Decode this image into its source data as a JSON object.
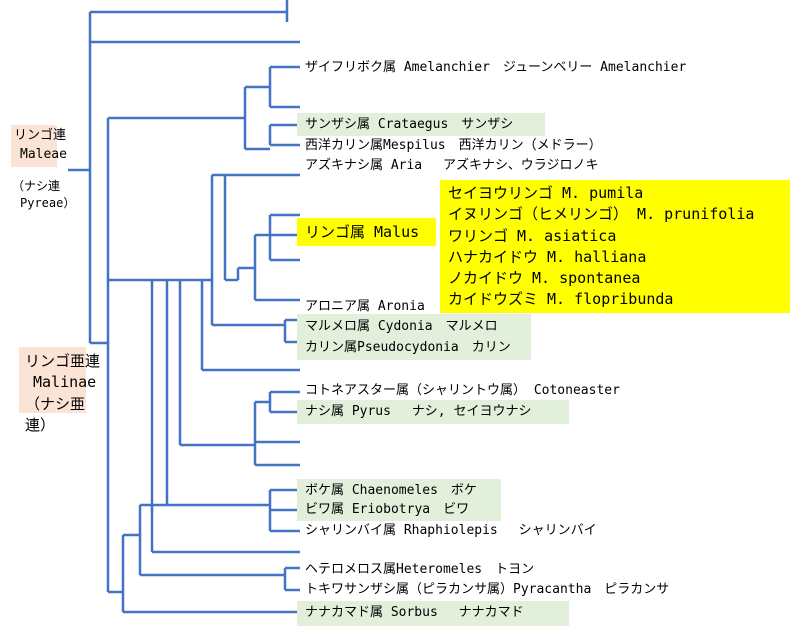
{
  "tribe": {
    "line1": "リンゴ連",
    "line2": "Maleae",
    "alt": "（ナシ連",
    "alt2": "Pyreae）"
  },
  "subtribe": {
    "line1": "リンゴ亜連",
    "line2": "Malinae",
    "line3": "（ナシ亜",
    "line4": "連）"
  },
  "genera": {
    "amelanchier": "ザイフリボク属 Amelanchier　ジューンベリー Amelanchier",
    "crataegus": "サンザシ属 Crataegus　サンザシ",
    "mespilus": "西洋カリン属Mespilus　西洋カリン（メドラー）",
    "aria": "アズキナシ属 Aria　 アズキナシ、ウラジロノキ",
    "malus": "リンゴ属 Malus",
    "aronia": "アロニア属 Aronia",
    "cydonia": "マルメロ属 Cydonia　マルメロ",
    "pseudocydonia": "カリン属Pseudocydonia　カリン",
    "cotoneaster": "コトネアスター属（シャリントウ属） Cotoneaster",
    "pyrus": "ナシ属 Pyrus　 ナシ, セイヨウナシ",
    "chaenomeles": "ボケ属 Chaenomeles　ボケ",
    "eriobotrya": "ビワ属 Eriobotrya　ビワ",
    "rhaphiolepis": "シャリンバイ属 Rhaphiolepis　 シャリンバイ",
    "heteromeles": "ヘテロメロス属Heteromeles　トヨン",
    "pyracantha": "トキワサンザシ属（ピラカンサ属）Pyracantha　ピラカンサ",
    "sorbus": "ナナカマド属 Sorbus　 ナナカマド"
  },
  "malus_species": [
    "セイヨウリンゴ M. pumila",
    "イヌリンゴ（ヒメリンゴ） M. prunifolia",
    "ワリンゴ M. asiatica",
    "ハナカイドウ M. halliana",
    "ノカイドウ M. spontanea",
    "カイドウズミ M. flopribunda"
  ],
  "colors": {
    "line": "#4472c4",
    "tribe_bg": "#fbe3d6",
    "genus_bg": "#e2efda",
    "highlight": "#ffff00"
  }
}
